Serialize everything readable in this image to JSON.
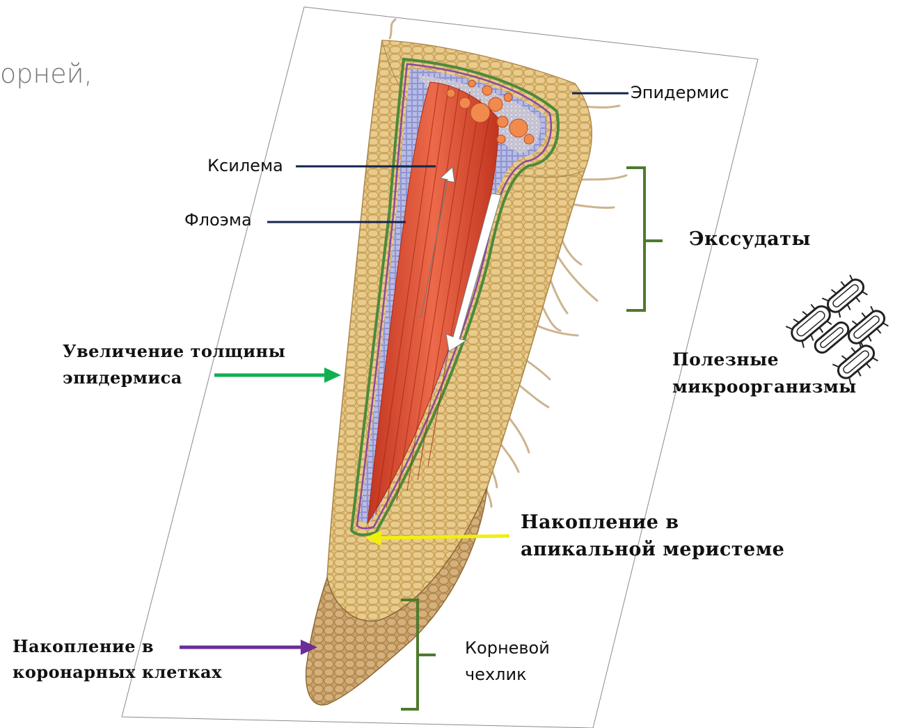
{
  "heading_fragment": "орней,",
  "labels": {
    "epidermis": "Эпидермис",
    "xylem": "Ксилема",
    "phloem": "Флоэма",
    "exudates": "Экссудаты",
    "microbes_line1": "Полезные",
    "microbes_line2": "микроорганизмы",
    "thickness_line1": "Увеличение толщины",
    "thickness_line2": "эпидермиса",
    "meristem_line1": "Накопление в",
    "meristem_line2": "апикальной меристеме",
    "cap_cells_line1": "Накопление в",
    "cap_cells_line2": "коронарных клетках",
    "root_cap_line1": "Корневой",
    "root_cap_line2": "чехлик"
  },
  "colors": {
    "pointer_navy": "#13244d",
    "bracket_green": "#4e7a2e",
    "arrow_green": "#10b050",
    "arrow_yellow": "#f2ee10",
    "arrow_purple": "#6a2d9a",
    "cortex": "#e0bf78",
    "xylem_red": "#d9432c",
    "phloem_blue": "#9fa6d9"
  }
}
